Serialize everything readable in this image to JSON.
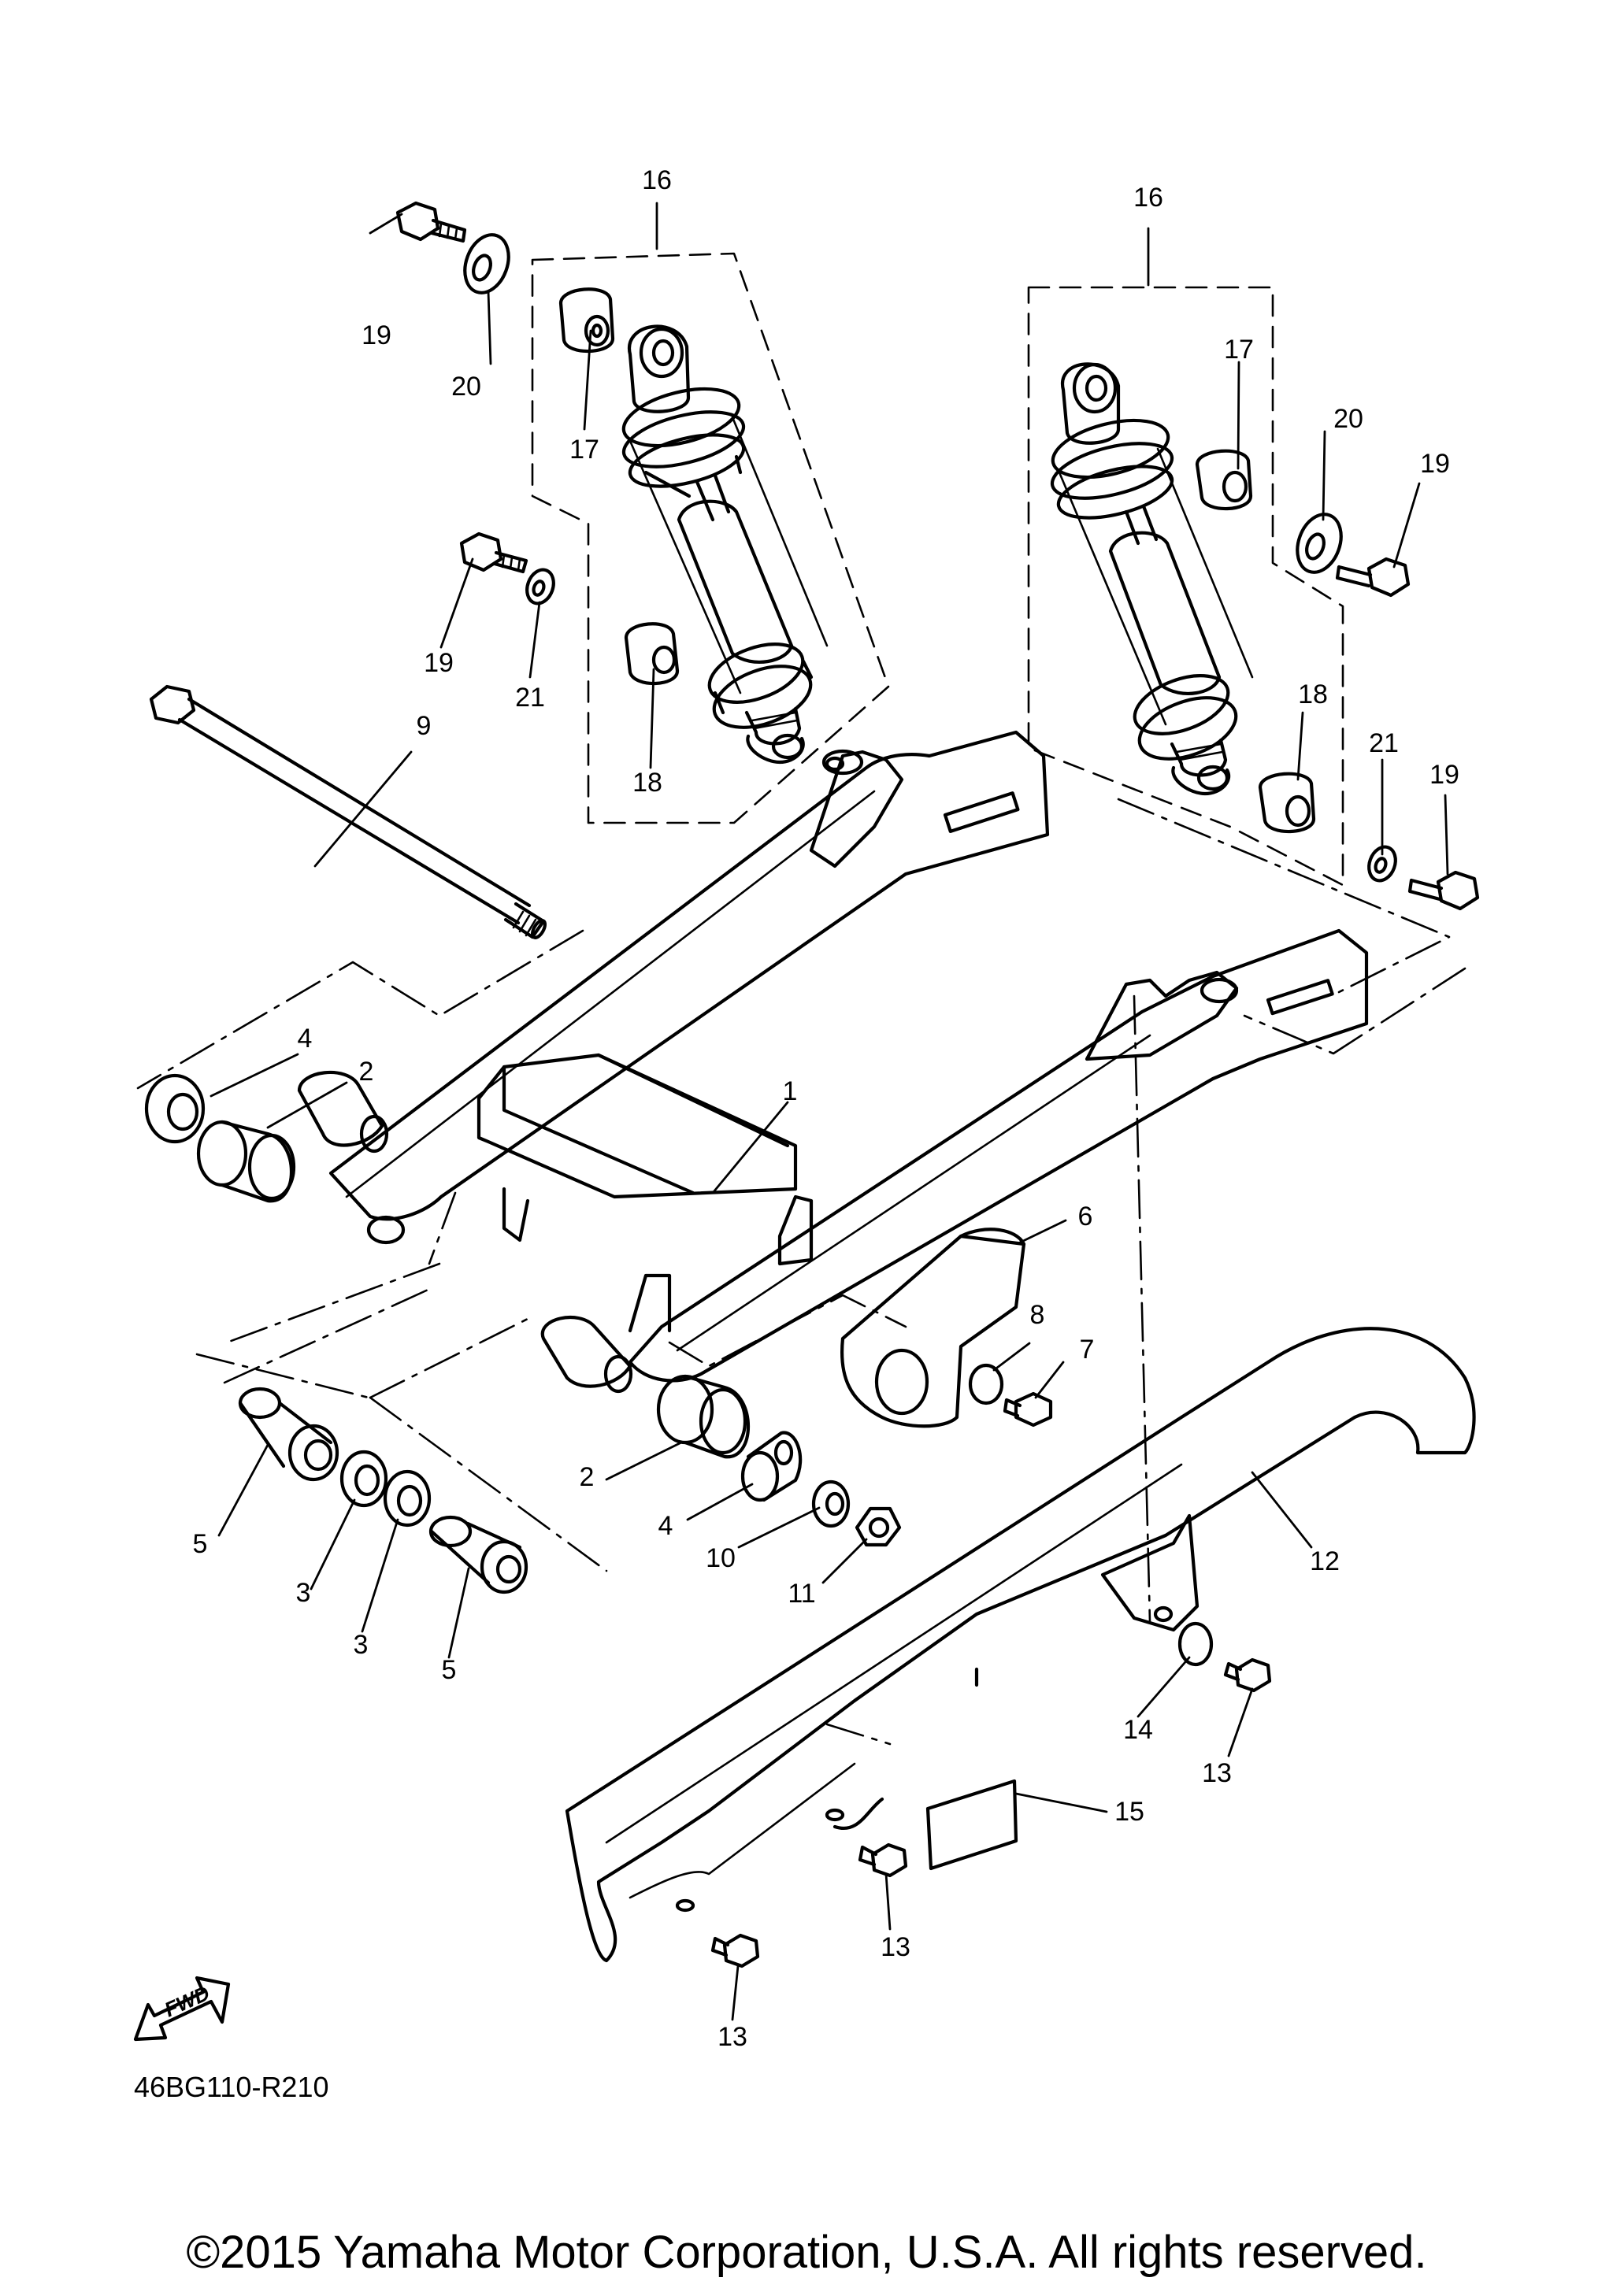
{
  "diagram_code": "46BG110-R210",
  "copyright": "©2015 Yamaha Motor Corporation, U.S.A. All rights reserved.",
  "fwd_label": "FWD",
  "callouts": {
    "c1": "1",
    "c2a": "2",
    "c2b": "2",
    "c3a": "3",
    "c3b": "3",
    "c4a": "4",
    "c4b": "4",
    "c5a": "5",
    "c5b": "5",
    "c6": "6",
    "c7": "7",
    "c8": "8",
    "c9": "9",
    "c10": "10",
    "c11": "11",
    "c12": "12",
    "c13a": "13",
    "c13b": "13",
    "c13c": "13",
    "c14": "14",
    "c15": "15",
    "c16a": "16",
    "c16b": "16",
    "c17a": "17",
    "c17b": "17",
    "c18a": "18",
    "c18b": "18",
    "c19a": "19",
    "c19b": "19",
    "c19c": "19",
    "c19d": "19",
    "c20a": "20",
    "c20b": "20",
    "c21a": "21",
    "c21b": "21"
  }
}
